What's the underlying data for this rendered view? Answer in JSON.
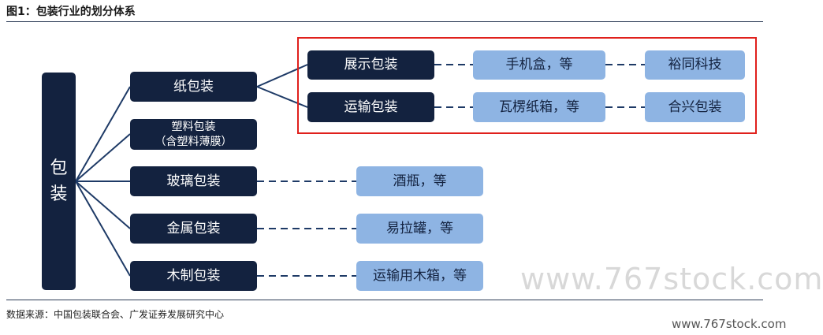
{
  "title": "图1：包装行业的划分体系",
  "root": {
    "chars": [
      "包",
      "装"
    ]
  },
  "categories": [
    {
      "label": "纸包装"
    },
    {
      "label": "塑料包装",
      "sub": "（含塑料薄膜）"
    },
    {
      "label": "玻璃包装"
    },
    {
      "label": "金属包装"
    },
    {
      "label": "木制包装"
    }
  ],
  "paper_subtypes": [
    {
      "label": "展示包装",
      "example": "手机盒，等",
      "company": "裕同科技"
    },
    {
      "label": "运输包装",
      "example": "瓦楞纸箱，等",
      "company": "合兴包装"
    }
  ],
  "examples": {
    "glass": "酒瓶，等",
    "metal": "易拉罐，等",
    "wood": "运输用木箱，等"
  },
  "source": "数据来源：中国包装联合会、广发证券发展研究中心",
  "watermark": {
    "big": "www.767stock.com",
    "small": "www.767stock.com"
  },
  "colors": {
    "dark": "#13223f",
    "light": "#8eb4e3",
    "highlight": "#e0201c"
  }
}
